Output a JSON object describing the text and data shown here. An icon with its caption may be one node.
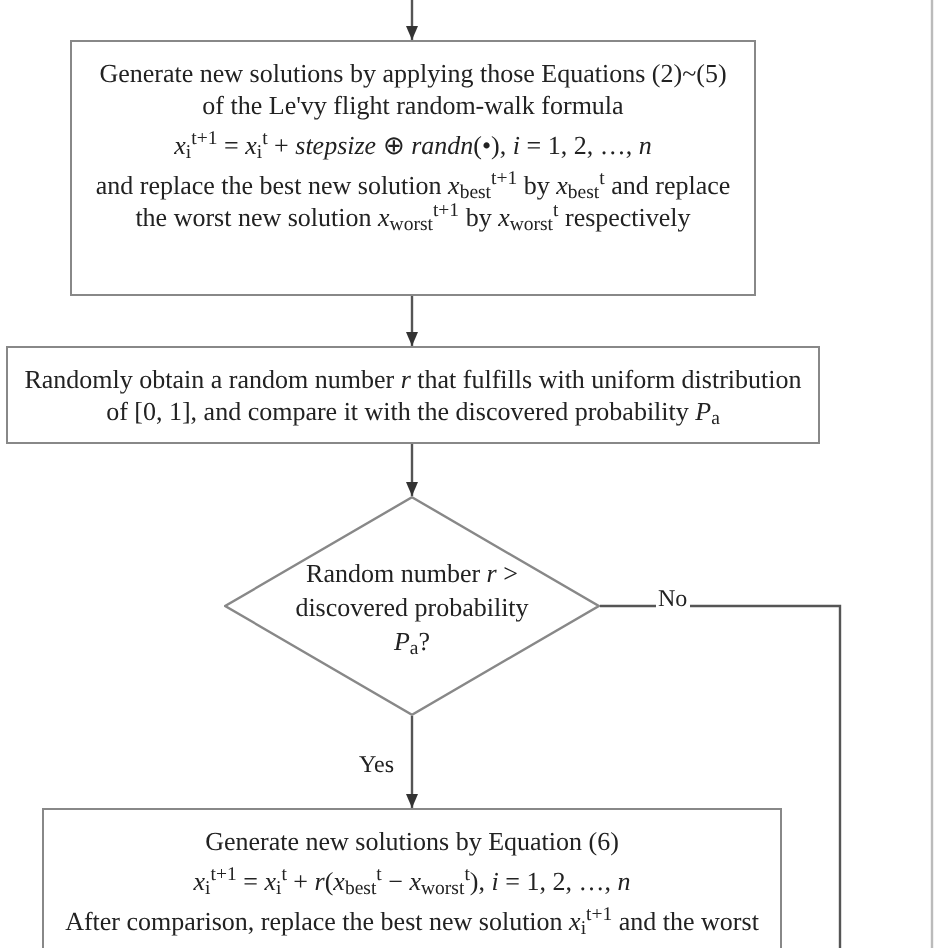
{
  "diagram": {
    "nodes": [
      {
        "text": [
          "Generate new solutions by applying those Equations (2)~(5) of the Le'vy flight random-walk formula",
          "*x*$_{i}$$^{t+1}$ = *x*$_{i}$$^{t}$ + *stepsize* ⊕ *randn*(•),   *i* = 1, 2, …, *n*",
          "and replace the best new solution *x*$_{best}$$^{t+1}$ by *x*$_{best}$$^{t}$ and replace the worst new solution *x*$_{worst}$$^{t+1}$ by *x*$_{worst}$$^{t}$ respectively"
        ]
      },
      {
        "text": [
          "Randomly obtain a random number *r* that fulfills with uniform distribution of [0, 1], and compare it with the discovered probability *P*$_{a}$"
        ]
      },
      {
        "text": [
          "Random number *r* > discovered probability *P*$_{a}$?"
        ]
      },
      {
        "text": [
          "Generate new solutions by Equation (6)",
          "*x*$_{i}$$^{t+1}$ = *x*$_{i}$$^{t}$ + *r*(*x*$_{best}$$^{t}$ − *x*$_{worst}$$^{t}$),   *i* = 1, 2, …, *n*",
          "After comparison, replace the best new solution *x*$_{i}$$^{t+1}$ and the worst"
        ]
      }
    ],
    "edges": [
      {
        "from": null,
        "to": 0,
        "arrow": "to"
      },
      {
        "from": 0,
        "to": 1,
        "arrow": "to"
      },
      {
        "from": 1,
        "to": 2,
        "arrow": "to"
      },
      {
        "from": 2,
        "to": 3,
        "arrow": "to",
        "label": "Yes"
      },
      {
        "from": 2,
        "to": null,
        "arrow": "none",
        "label": "No"
      }
    ]
  }
}
